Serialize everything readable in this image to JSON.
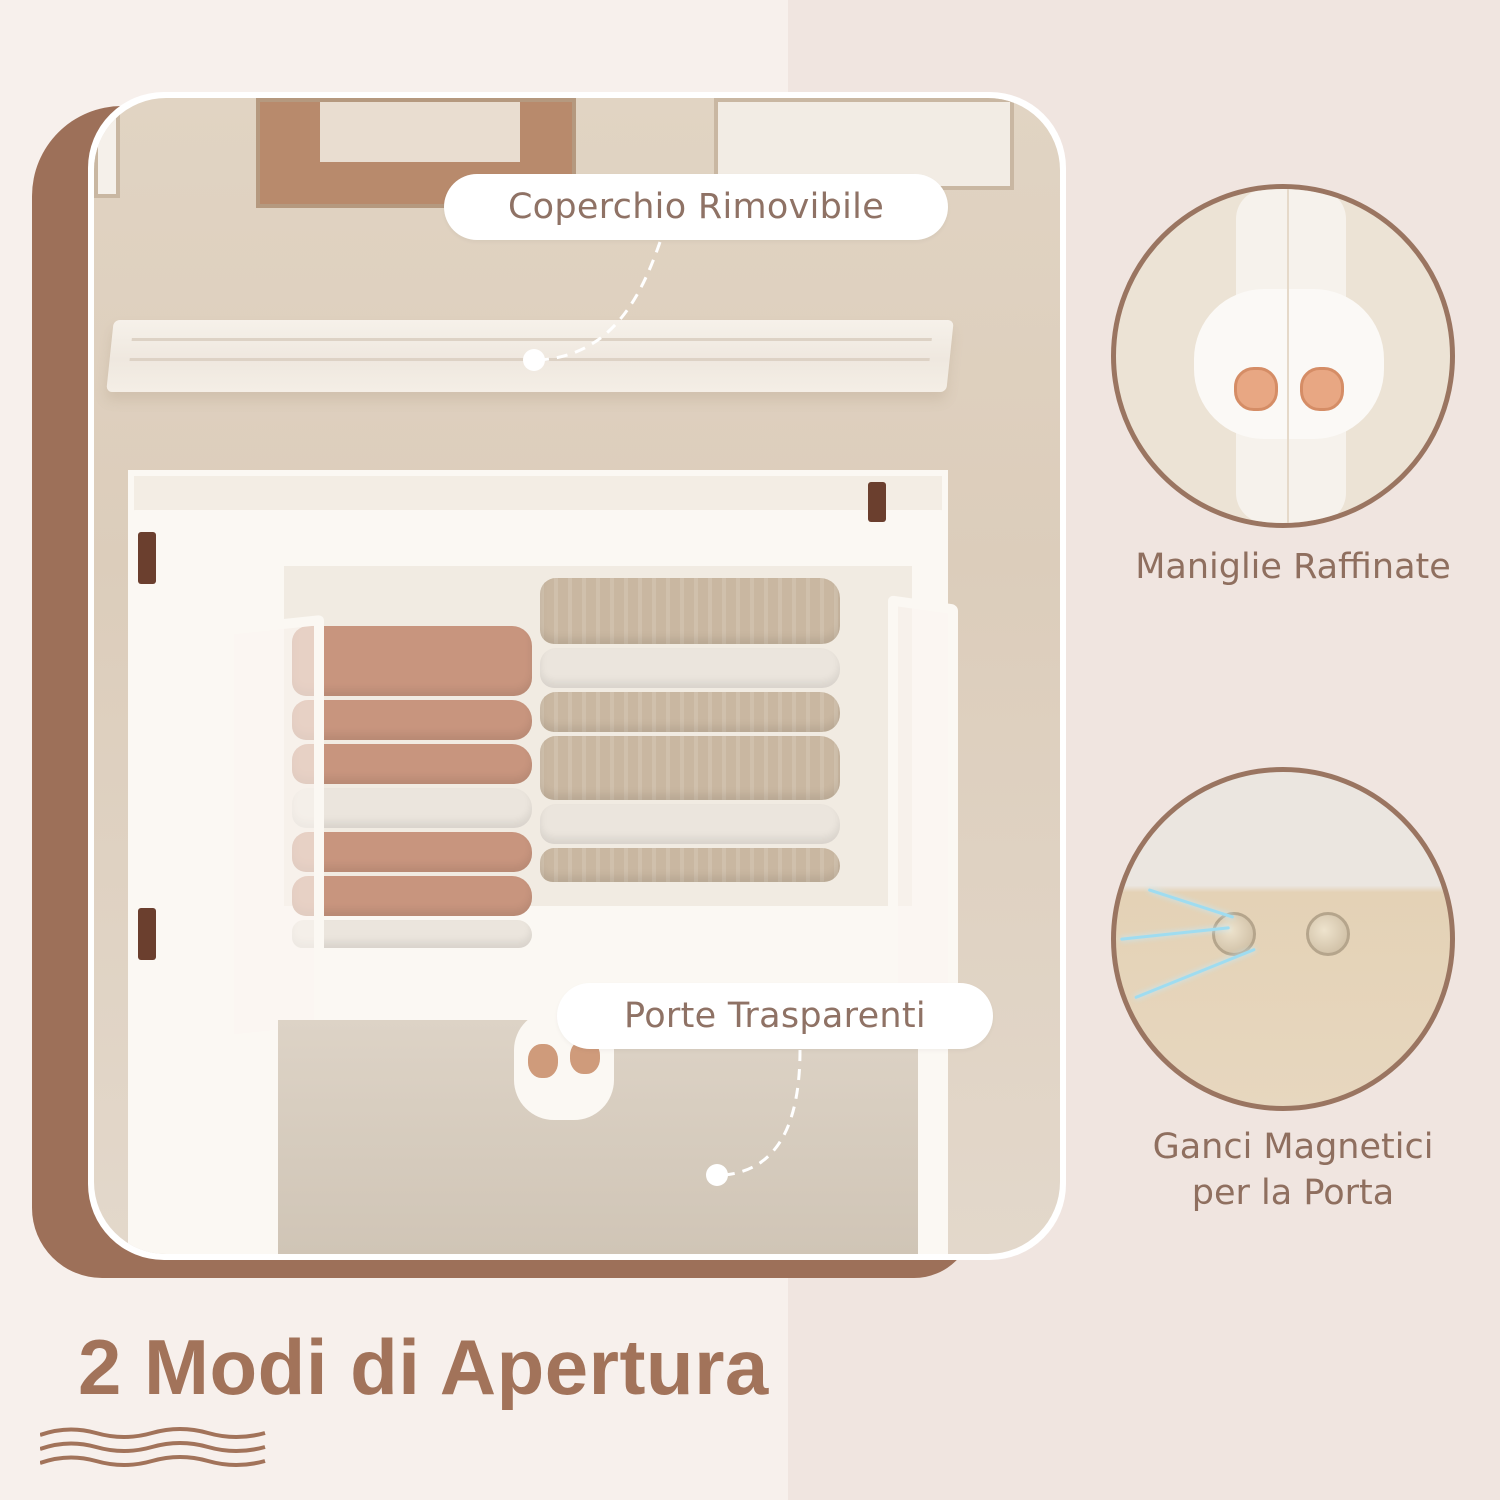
{
  "headline": "2 Modi di Apertura",
  "callouts": {
    "lid": "Coperchio Rimovibile",
    "doors": "Porte Trasparenti"
  },
  "details": [
    {
      "caption": "Maniglie Raffinate",
      "icon": "clover-handle-icon"
    },
    {
      "caption_line1": "Ganci Magnetici",
      "caption_line2": "per la Porta",
      "icon": "magnet-icon"
    }
  ],
  "colors": {
    "accent_brown": "#9d7059",
    "text_brown": "#8f6f5f",
    "headline_brown": "#a2735a",
    "bg_left": "#f7f0ec",
    "bg_right": "#f0e5e0",
    "pill_bg": "#ffffff",
    "knob_copper": "#e8a783"
  },
  "decorations": {
    "wave_lines": 3
  }
}
